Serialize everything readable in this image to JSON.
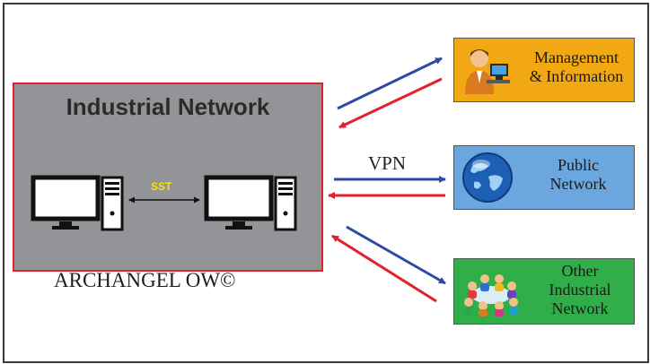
{
  "industrial_network": {
    "title": "Industrial Network",
    "link_label": "SST"
  },
  "footer": {
    "caption": "ARCHANGEL OW©"
  },
  "connection": {
    "label": "VPN"
  },
  "nodes": [
    {
      "label": "Management\n& Information",
      "color": "#f2a812",
      "icon": "manager-icon"
    },
    {
      "label": "Public\nNetwork",
      "color": "#6ca6de",
      "icon": "globe-icon"
    },
    {
      "label": "Other\nIndustrial\nNetwork",
      "color": "#2fae49",
      "icon": "people-icon"
    }
  ],
  "colors": {
    "outgoing_arrow": "#2e4aa3",
    "incoming_arrow": "#e3212b",
    "box_border": "#e3212b",
    "box_fill": "#929497"
  }
}
